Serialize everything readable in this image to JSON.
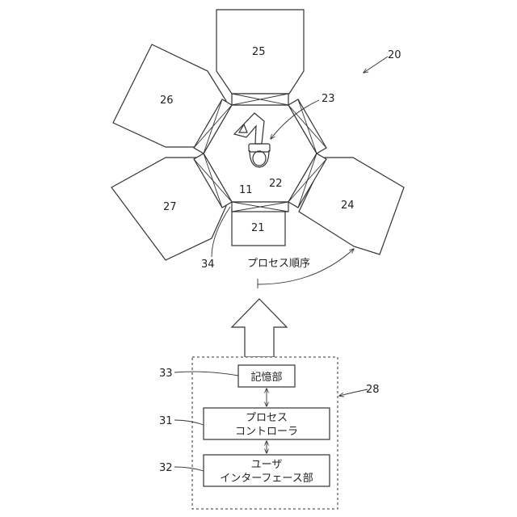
{
  "labels": {
    "system": "20",
    "chamber_top": "25",
    "chamber_upper_left": "26",
    "chamber_lower_left": "27",
    "chamber_right": "24",
    "loadlock": "21",
    "transfer_chamber": "22",
    "robot": "23",
    "wafer": "11",
    "gate_valve": "34",
    "process_order": "プロセス順序",
    "controller_box": "28",
    "memory_num": "33",
    "controller_num": "31",
    "ui_num": "32"
  },
  "blocks": {
    "memory": "記憶部",
    "controller_line1": "プロセス",
    "controller_line2": "コントローラ",
    "ui_line1": "ユーザ",
    "ui_line2": "インターフェース部"
  }
}
